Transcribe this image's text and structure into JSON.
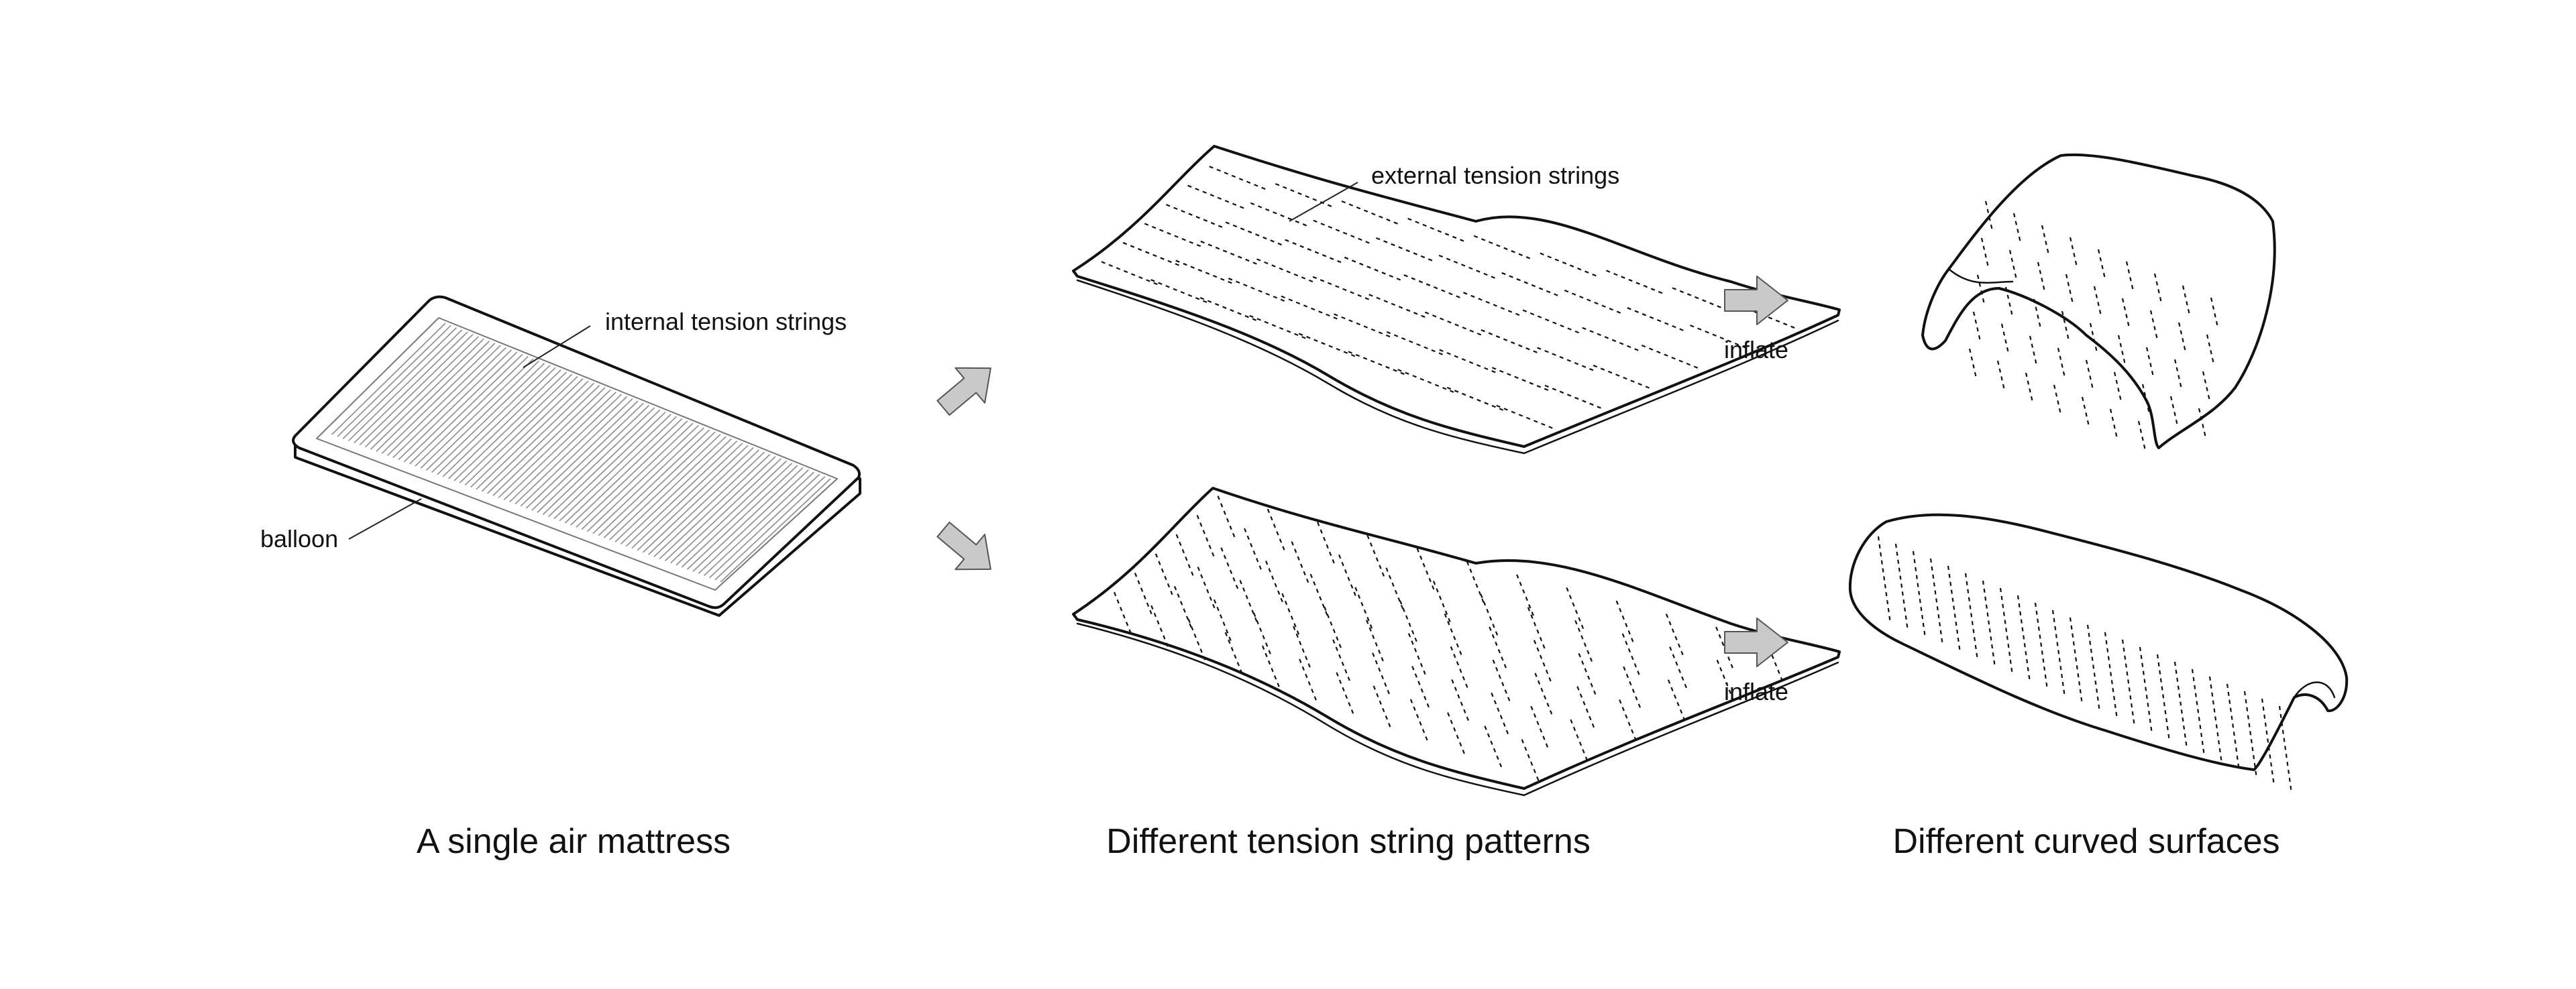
{
  "panels": {
    "single": {
      "caption": "A single air mattress",
      "label_internal": "internal tension strings",
      "label_balloon": "balloon"
    },
    "patterns": {
      "caption": "Different tension string patterns",
      "label_external": "external tension strings"
    },
    "surfaces": {
      "caption": "Different curved surfaces"
    }
  },
  "steps": {
    "inflate_top": "inflate",
    "inflate_bottom": "inflate"
  },
  "colors": {
    "outline": "#111111",
    "arrow_fill": "#c9c9c9",
    "inner_strings": "#8a8a8a"
  }
}
